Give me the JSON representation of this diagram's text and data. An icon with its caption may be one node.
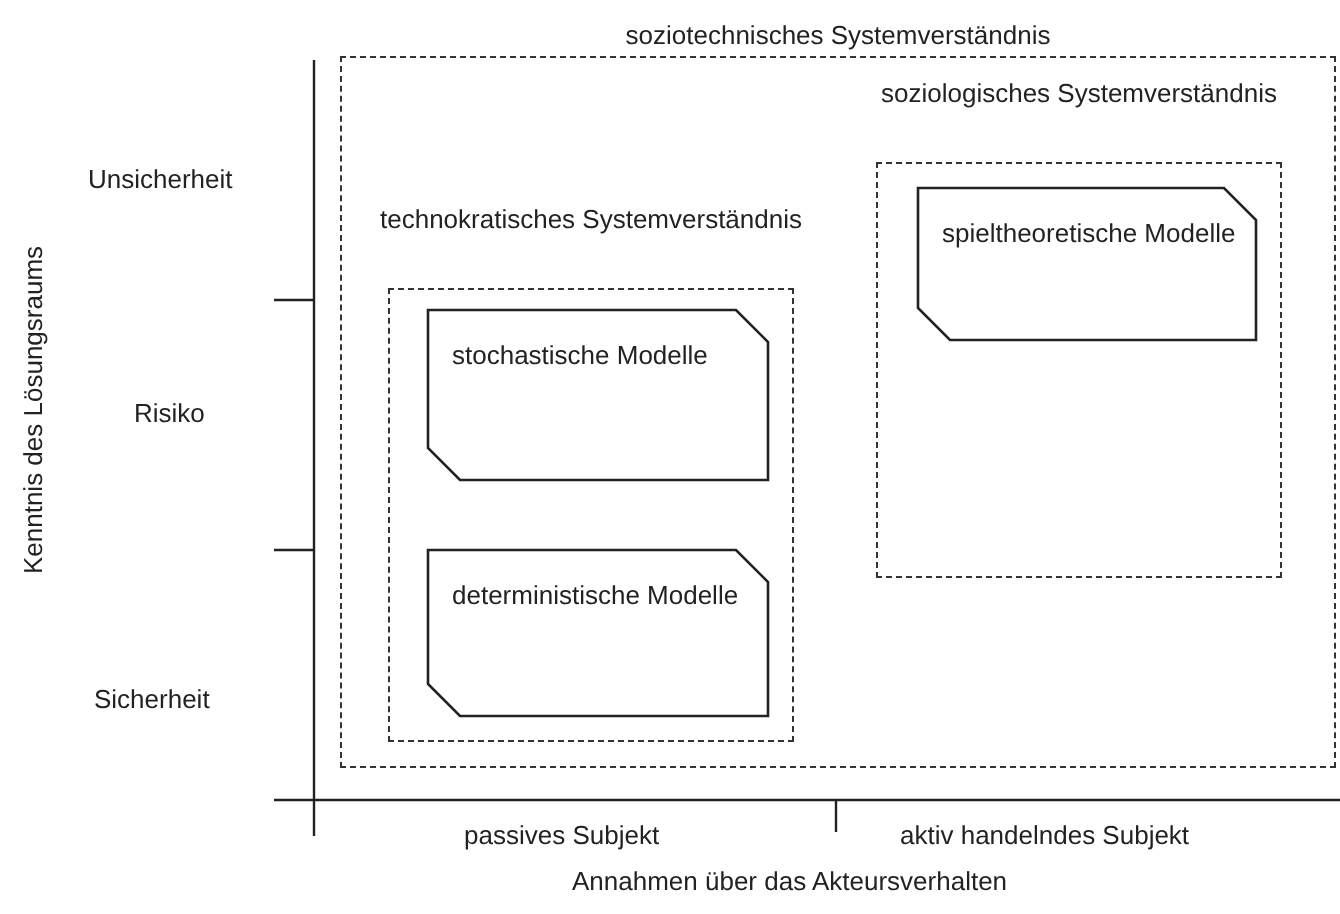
{
  "diagram": {
    "nodes": [
      {
        "text": [
          "soziotechnisches Systemverständnis"
        ]
      },
      {
        "text": [
          "technokratisches Systemverständnis"
        ],
        "in": 0
      },
      {
        "text": [
          "stochastische Modelle"
        ],
        "in": 1
      },
      {
        "text": [
          "deterministische Modelle"
        ],
        "in": 1
      },
      {
        "text": [
          "soziologisches Systemverständnis"
        ],
        "in": 0
      },
      {
        "text": [
          "spieltheoretische Modelle"
        ],
        "in": 4
      }
    ],
    "edges": [],
    "labels": [
      "Unsicherheit",
      "Risiko",
      "Sicherheit",
      "Kenntnis des Lösungsraums",
      "passives Subjekt",
      "aktiv handelndes Subjekt",
      "Annahmen über das Akteursverhalten"
    ]
  }
}
